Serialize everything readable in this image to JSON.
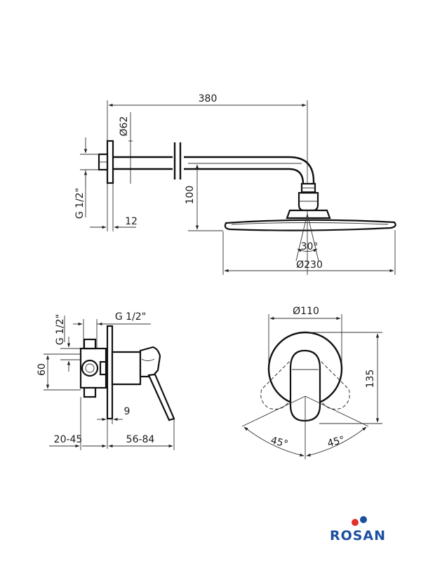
{
  "shower_arm_view": {
    "dim_arm_length": "380",
    "dim_flange_diameter": "Ø62",
    "dim_thread": "G 1/2\"",
    "dim_flange_depth": "12",
    "dim_drop": "100",
    "dim_tilt_angle": "30°",
    "dim_head_diameter": "Ø230"
  },
  "mixer_side_view": {
    "dim_thread_top": "G 1/2\"",
    "dim_thread_side": "G 1/2\"",
    "dim_center_height": "60",
    "dim_plate_gap": "9",
    "dim_install_depth": "20-45",
    "dim_projection": "56-84"
  },
  "mixer_front_view": {
    "dim_plate_diameter": "Ø110",
    "dim_lever_length": "135",
    "dim_angle_left": "45°",
    "dim_angle_right": "45°"
  },
  "brand": {
    "logo_text": "ROSAN",
    "colors": {
      "blue": "#1c4fa0",
      "red": "#e0312b"
    }
  }
}
